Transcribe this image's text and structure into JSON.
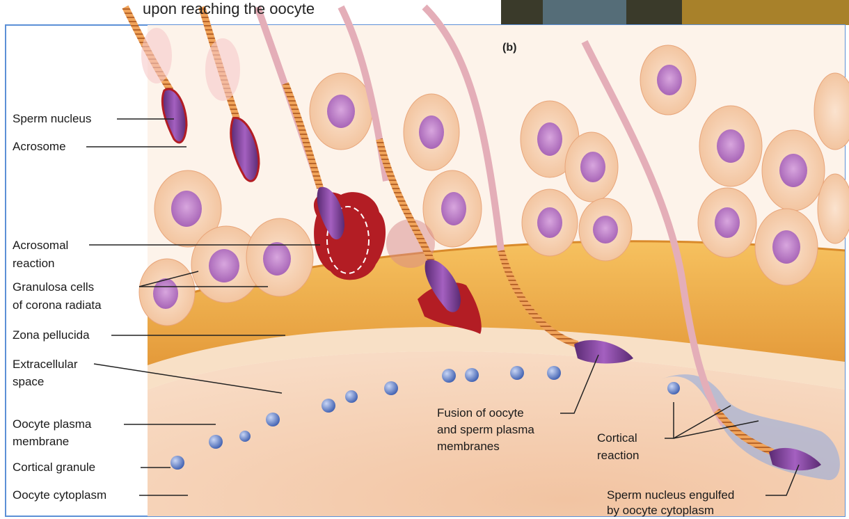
{
  "top_caption": "upon reaching the oocyte",
  "panel_tag": "(b)",
  "labels": {
    "sperm_nucleus": "Sperm nucleus",
    "acrosome": "Acrosome",
    "acrosomal_reaction_1": "Acrosomal",
    "acrosomal_reaction_2": "reaction",
    "granulosa_1": "Granulosa cells",
    "granulosa_2": "of corona radiata",
    "zona_pellucida": "Zona pellucida",
    "extracellular_1": "Extracellular",
    "extracellular_2": "space",
    "oocyte_membrane_1": "Oocyte plasma",
    "oocyte_membrane_2": "membrane",
    "cortical_granule": "Cortical granule",
    "oocyte_cytoplasm": "Oocyte cytoplasm",
    "fusion_1": "Fusion of oocyte",
    "fusion_2": "and sperm plasma",
    "fusion_3": "membranes",
    "cortical_reaction_1": "Cortical",
    "cortical_reaction_2": "reaction",
    "engulfed_1": "Sperm nucleus engulfed",
    "engulfed_2": "by oocyte cytoplasm"
  },
  "colors": {
    "frame_border": "#5b8fd6",
    "zona": "#f0b24f",
    "cytoplasm": "#f6d2b8",
    "granulosa_cell": "#f8d4b7",
    "cell_nucleus": "#b877c4",
    "sperm_head": "#7b3b92",
    "acrosome_red": "#b31d24",
    "cortical_granule": "#5d7ec8",
    "cortical_reaction": "#8aa8e0"
  }
}
